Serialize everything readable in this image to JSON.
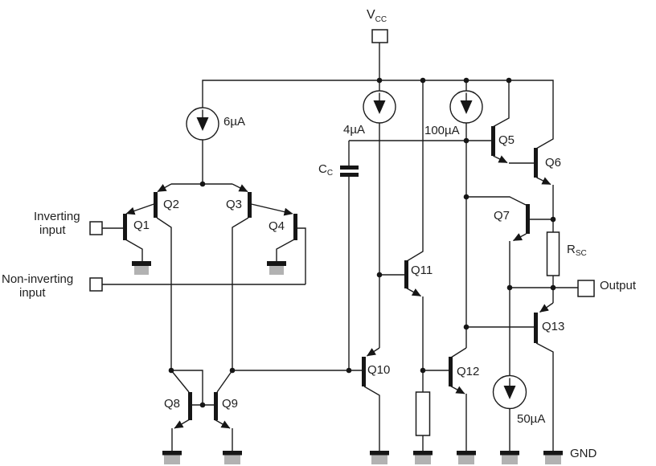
{
  "figure": {
    "supply": {
      "vcc_main": "V",
      "vcc_sub": "CC",
      "gnd": "GND"
    },
    "inputs": {
      "inverting_line1": "Inverting",
      "inverting_line2": "input",
      "noninverting_line1": "Non-inverting",
      "noninverting_line2": "input"
    },
    "output_label": "Output",
    "current_sources": {
      "tail": "6µA",
      "gain_stage": "4µA",
      "output_stage": "100µA",
      "sink": "50µA"
    },
    "capacitor": {
      "main": "C",
      "sub": "C"
    },
    "short_circuit_resistor": {
      "main": "R",
      "sub": "SC"
    },
    "transistors": {
      "q1": "Q1",
      "q2": "Q2",
      "q3": "Q3",
      "q4": "Q4",
      "q5": "Q5",
      "q6": "Q6",
      "q7": "Q7",
      "q8": "Q8",
      "q9": "Q9",
      "q10": "Q10",
      "q11": "Q11",
      "q12": "Q12",
      "q13": "Q13"
    },
    "colors": {
      "wire": "#1c1c1c",
      "ground_fill": "#b2b2b2",
      "background": "#ffffff"
    }
  }
}
